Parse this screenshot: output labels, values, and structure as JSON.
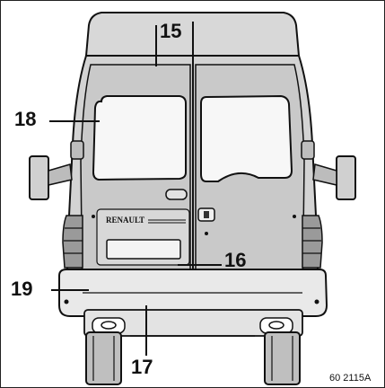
{
  "figure": {
    "callouts": {
      "roof": "15",
      "rear_door_split": "16",
      "step_bumper": "17",
      "rear_window": "18",
      "bumper_corner": "19"
    },
    "badge_text": "RENAULT",
    "reference_code": "60 2115A"
  }
}
